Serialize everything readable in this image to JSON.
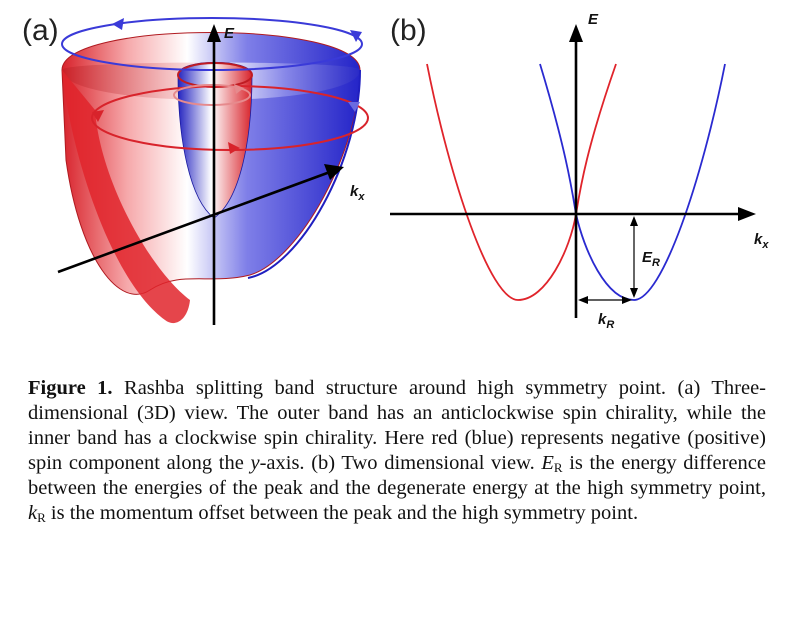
{
  "panel_a": {
    "label": "(a)",
    "axis_e": "E",
    "axis_kx": "k",
    "axis_kx_sub": "x"
  },
  "panel_b": {
    "label": "(b)",
    "axis_e": "E",
    "axis_kx": "k",
    "axis_kx_sub": "x",
    "er_label": "E",
    "er_sub": "R",
    "kr_label": "k",
    "kr_sub": "R"
  },
  "colors": {
    "red_band": "#e0242b",
    "blue_band": "#2a2ad0",
    "axis": "#000000"
  },
  "caption": {
    "figure_label": "Figure 1.",
    "text_1": " Rashba splitting band structure around high symmetry point. (a) Three-dimensional (3D) view. The outer band has an anticlockwise spin chirality, while the inner band has a clockwise spin chirality. Here red (blue) represents negative (positive) spin component along the ",
    "y_italic": "y",
    "text_2": "-axis. (b) Two dimensional view. ",
    "er_sym": "E",
    "er_sub": "R",
    "text_3": " is the energy difference between the energies of the peak and the degenerate energy at the high symmetry point, ",
    "kr_sym": "k",
    "kr_sub": "R",
    "text_4": " is the momentum offset between the peak and the high symmetry point."
  }
}
